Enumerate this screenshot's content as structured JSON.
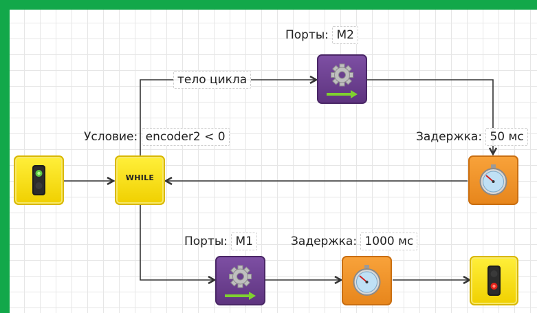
{
  "diagram": {
    "start_block": {
      "icon": "traffic-light-green-icon"
    },
    "while_block": {
      "text": "WHILE"
    },
    "end_block": {
      "icon": "traffic-light-red-icon"
    },
    "condition_label": "Условие:",
    "condition_value": "encoder2 < 0",
    "loop_body_label": "тело цикла",
    "motor_top": {
      "ports_label": "Порты:",
      "ports_value": "M2",
      "icon": "gear-arrow-icon"
    },
    "delay_top": {
      "label": "Задержка:",
      "value": "50 мс",
      "icon": "stopwatch-icon"
    },
    "motor_bottom": {
      "ports_label": "Порты:",
      "ports_value": "M1",
      "icon": "gear-arrow-icon"
    },
    "delay_bottom": {
      "label": "Задержка:",
      "value": "1000 мс",
      "icon": "stopwatch-icon"
    }
  },
  "colors": {
    "frame": "#12a84a",
    "yellow_block": "#f7e21a",
    "orange_block": "#ee8f26",
    "purple_block": "#6a3f8e",
    "wire": "#333333"
  }
}
